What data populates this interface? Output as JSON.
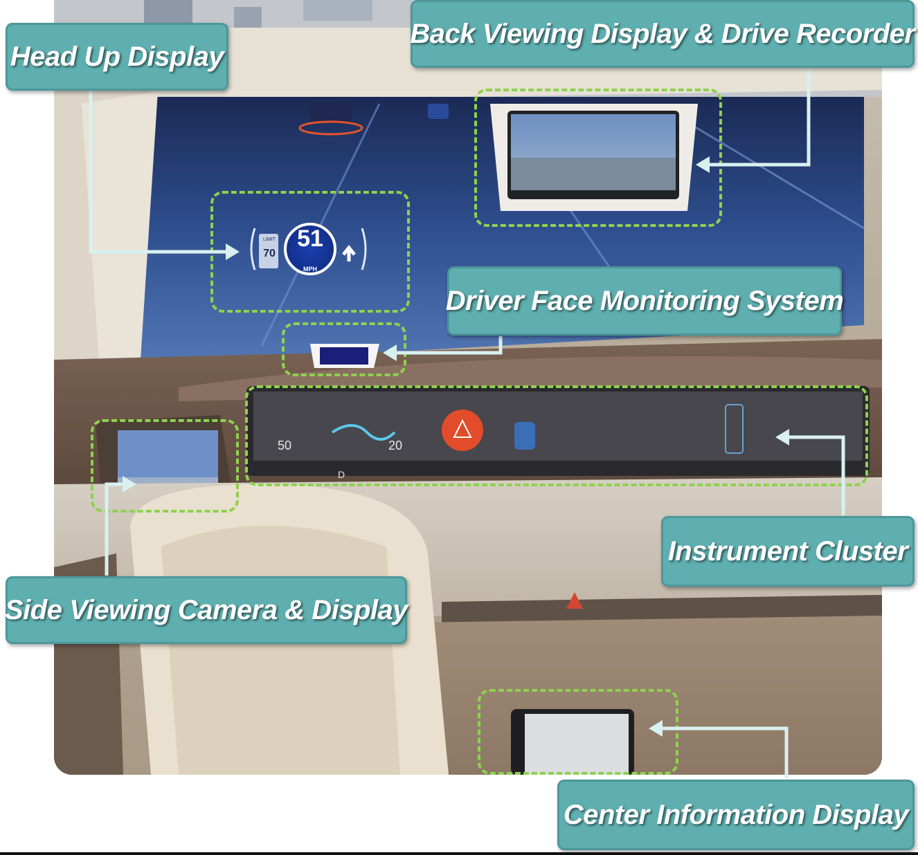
{
  "callouts": {
    "head_up_display": "Head Up Display",
    "back_viewing": "Back Viewing Display & Drive Recorder",
    "driver_face": "Driver Face Monitoring System",
    "instrument_cluster": "Instrument Cluster",
    "side_viewing": "Side Viewing Camera & Display",
    "center_info": "Center Information Display"
  },
  "hud": {
    "speed": "51",
    "speed_unit": "MPH",
    "limit_label": "LIMIT",
    "limit_value": "70"
  },
  "cluster": {
    "left_gauge": "50",
    "right_gauge": "20",
    "gear": "D"
  },
  "colors": {
    "callout_fill": "#5fafb0",
    "dash_outline": "#8fd14f",
    "connector": "#d8f0f0"
  }
}
